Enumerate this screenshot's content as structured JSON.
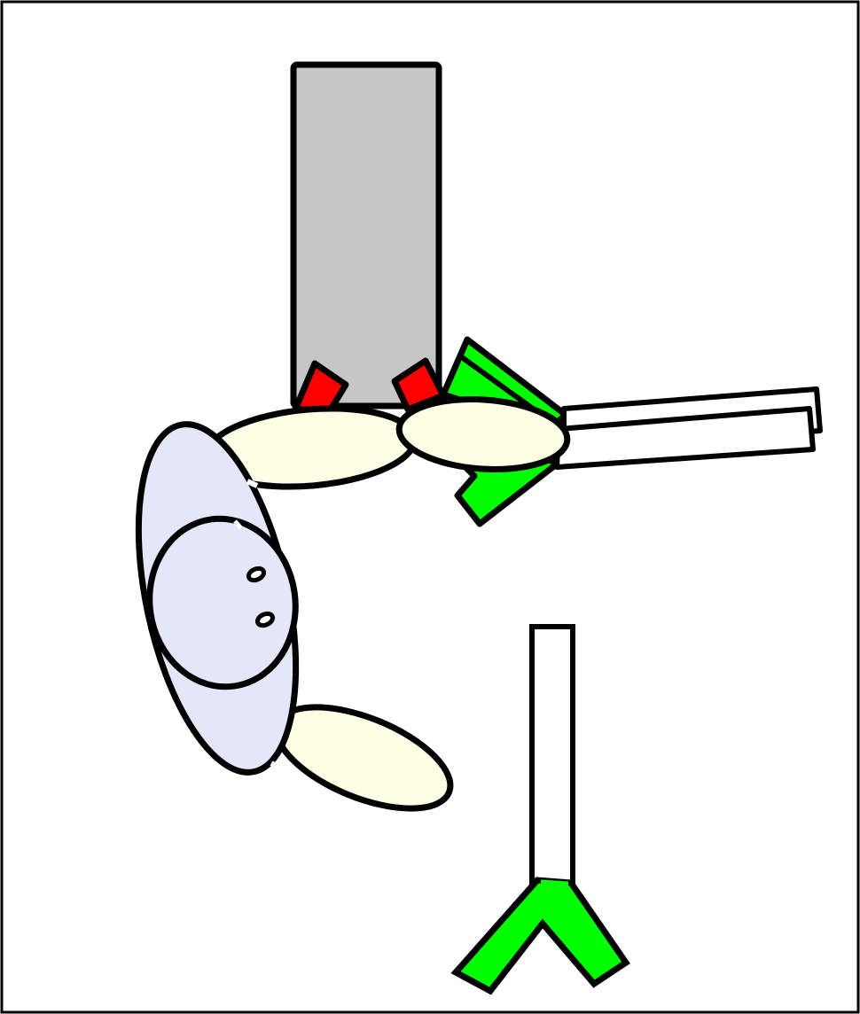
{
  "colors": {
    "outline": "#000000",
    "background": "#ffffff",
    "column": "#c6c6c6",
    "red_part": "#ff0000",
    "green_part": "#00ff00",
    "cream_part": "#ffffe6",
    "lavender_part": "#e4e6fa",
    "white_part": "#ffffff"
  },
  "parts": [
    {
      "name": "gray-column",
      "color_key": "column"
    },
    {
      "name": "red-block-left",
      "color_key": "red_part"
    },
    {
      "name": "red-block-right",
      "color_key": "red_part"
    },
    {
      "name": "green-wedge-upper",
      "color_key": "green_part"
    },
    {
      "name": "green-wedge-lower",
      "color_key": "green_part"
    },
    {
      "name": "white-bar-upper",
      "color_key": "white_part"
    },
    {
      "name": "white-bar-lower",
      "color_key": "white_part"
    },
    {
      "name": "cream-ellipse-left",
      "color_key": "cream_part"
    },
    {
      "name": "cream-ellipse-right",
      "color_key": "cream_part"
    },
    {
      "name": "cream-ellipse-bottom",
      "color_key": "cream_part"
    },
    {
      "name": "lavender-body",
      "color_key": "lavender_part"
    },
    {
      "name": "lavender-head",
      "color_key": "lavender_part"
    },
    {
      "name": "white-stem",
      "color_key": "white_part"
    },
    {
      "name": "green-y-fork",
      "color_key": "green_part"
    }
  ]
}
